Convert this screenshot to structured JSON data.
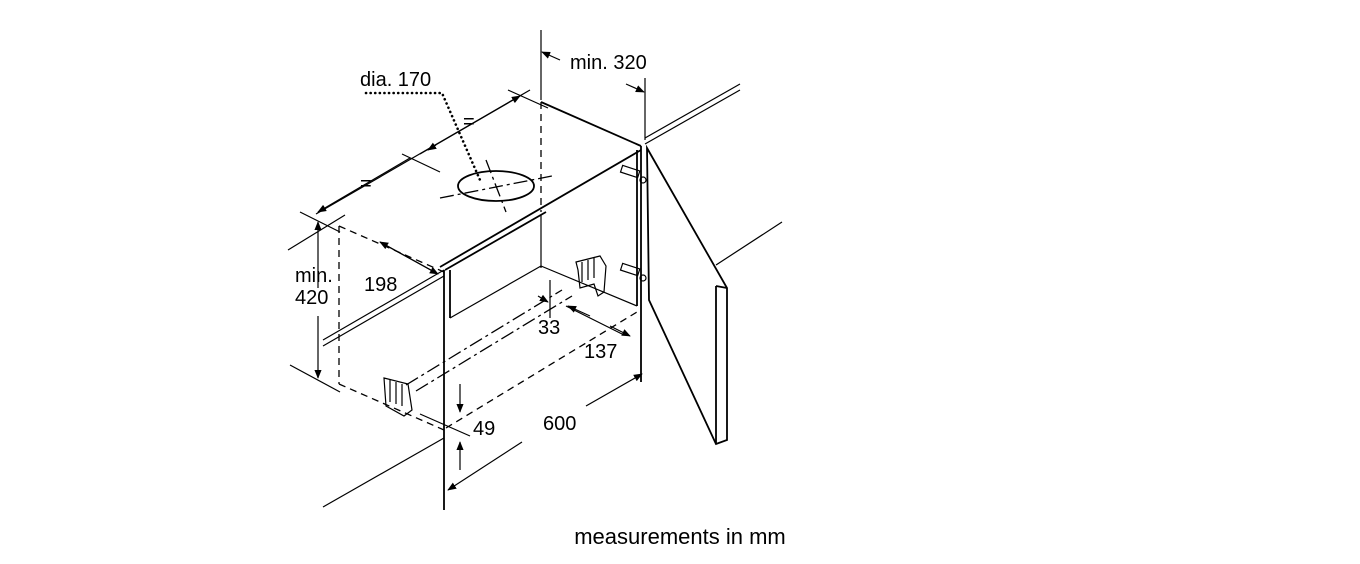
{
  "labels": {
    "dia": "dia. 170",
    "min320": "min. 320",
    "eq_upper": "=",
    "eq_lower": "=",
    "min_word": "min.",
    "min420": "420",
    "d198": "198",
    "d33": "33",
    "d137": "137",
    "d49": "49",
    "d600": "600"
  },
  "caption": "measurements in mm"
}
